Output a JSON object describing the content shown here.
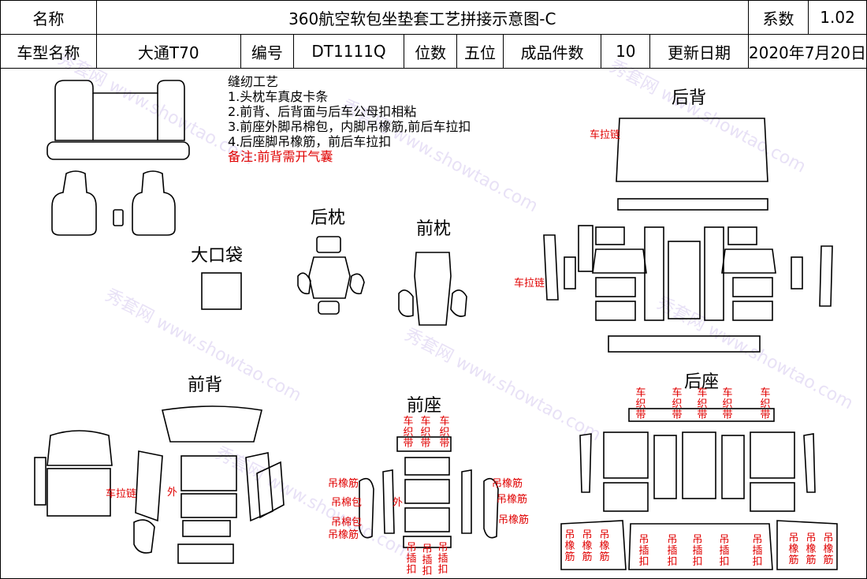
{
  "header": {
    "name_label": "名称",
    "title": "360航空软包坐垫套工艺拼接示意图-C",
    "coef_label": "系数",
    "coef_value": "1.02",
    "model_label": "车型名称",
    "model_value": "大通T70",
    "code_label": "编号",
    "code_value": "DT1111Q",
    "seats_label": "位数",
    "seats_value": "五位",
    "pieces_label": "成品件数",
    "pieces_value": "10",
    "update_label": "更新日期",
    "update_value": "2020年7月20日"
  },
  "notes": {
    "title": "缝纫工艺",
    "items": [
      "1.头枕车真皮卡条",
      "2.前背、后背面与后车公母扣相粘",
      "3.前座外脚吊棉包，内脚吊橡筋,前后车拉扣",
      "4.后座脚吊橡筋，前后车拉扣"
    ],
    "remark": "备注:前背需开气囊"
  },
  "sections": {
    "rear_back": "后背",
    "rear_headrest": "后枕",
    "front_headrest": "前枕",
    "big_pocket": "大口袋",
    "front_back": "前背",
    "front_seat": "前座",
    "rear_seat": "后座"
  },
  "annotations": {
    "zipper": "车拉链",
    "outer": "外",
    "strap": "车织带",
    "elastic": "吊橡筋",
    "cotton": "吊棉包",
    "buckle": "吊插扣"
  },
  "watermark": {
    "site": "秀套网 www.showtao.com"
  },
  "colors": {
    "line": "#000000",
    "annotation": "#e00000",
    "watermark": "#b9a6e6"
  }
}
